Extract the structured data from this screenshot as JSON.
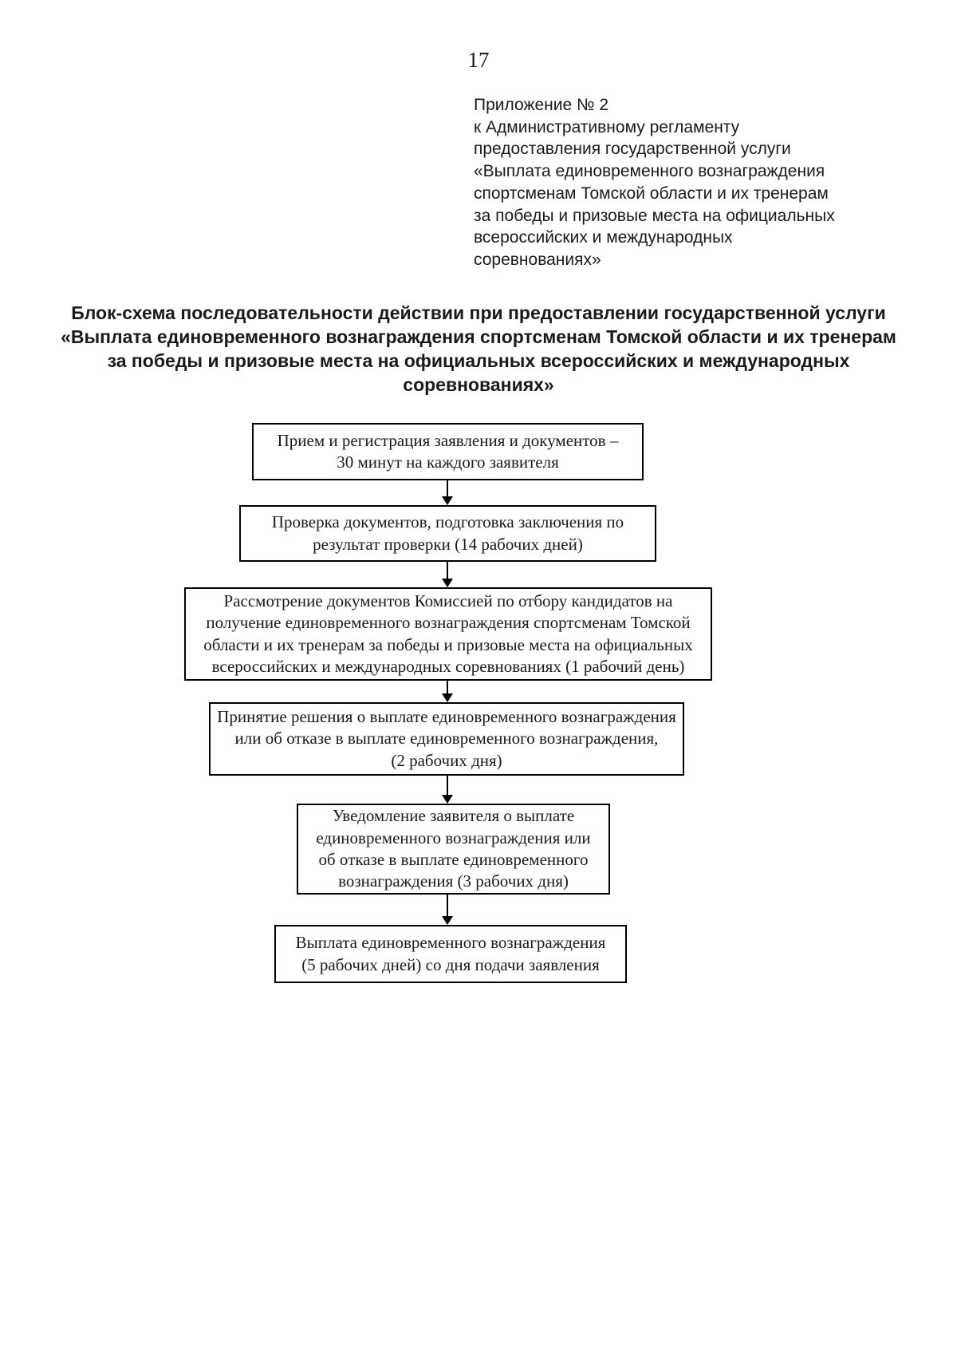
{
  "page": {
    "number": "17"
  },
  "appendix": {
    "text": "Приложение № 2\nк Административному регламенту\nпредоставления государственной услуги\n«Выплата единовременного вознаграждения\nспортсменам Томской области и их тренерам\nза победы и призовые места на официальных\nвсероссийских и международных\nсоревнованиях»"
  },
  "title": {
    "text": "Блок-схема последовательности действии при предоставлении государственной услуги\n«Выплата единовременного вознаграждения спортсменам Томской области и их тренерам\nза победы и призовые места на официальных всероссийских и международных\nсоревнованиях»"
  },
  "flowchart": {
    "steps": [
      {
        "text": "Прием и регистрация заявления и документов –\n30 минут на каждого заявителя"
      },
      {
        "text": "Проверка документов, подготовка заключения по\nрезультат проверки (14 рабочих дней)"
      },
      {
        "text": "Рассмотрение документов Комиссией по отбору кандидатов на\nполучение единовременного вознаграждения спортсменам Томской\nобласти и их тренерам за победы и призовые места на официальных\nвсероссийских и международных соревнованиях (1 рабочий день)"
      },
      {
        "text": "Принятие решения о выплате единовременного вознаграждения\nили об отказе в выплате единовременного вознаграждения,\n(2 рабочих дня)"
      },
      {
        "text": "Уведомление заявителя о выплате\nединовременного вознаграждения или\nоб отказе в выплате единовременного\nвознаграждения (3 рабочих дня)"
      },
      {
        "text": "Выплата единовременного вознаграждения\n(5 рабочих дней) со дня подачи заявления"
      }
    ]
  }
}
